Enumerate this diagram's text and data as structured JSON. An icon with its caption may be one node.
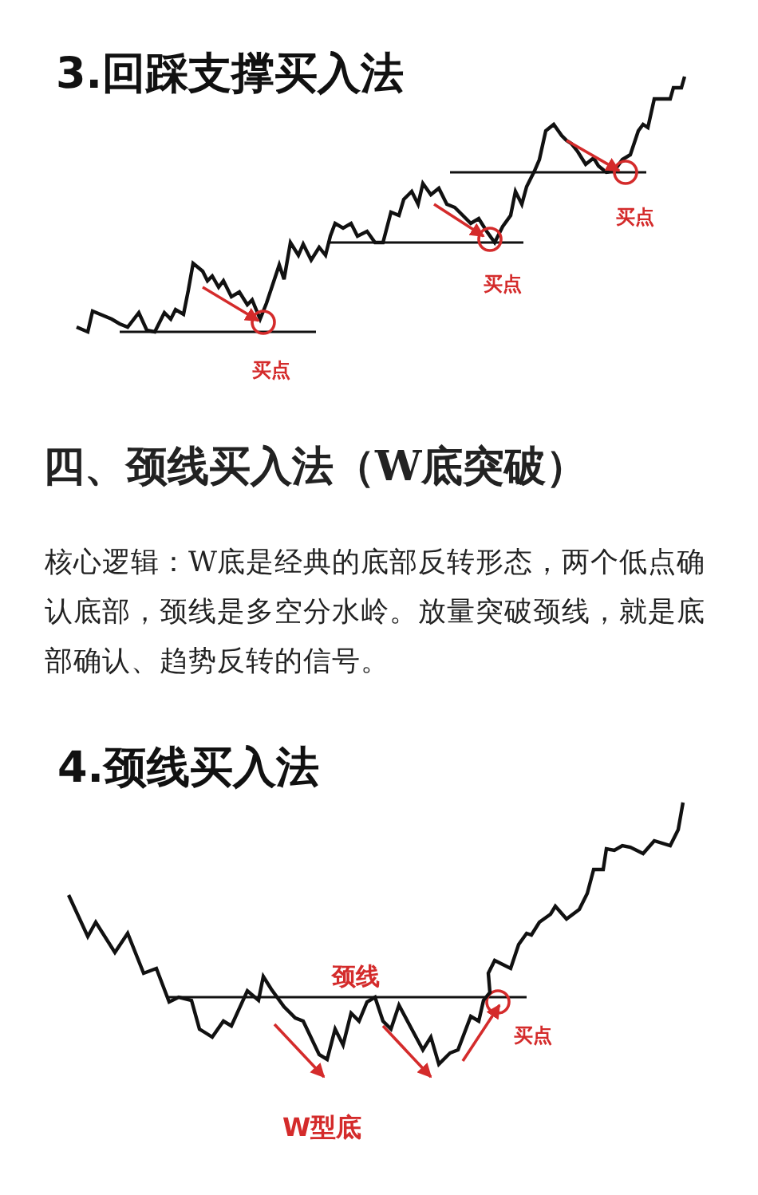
{
  "diagram": {
    "labels": [
      "3.回踩支撑买入法",
      "买点",
      "买点",
      "买点",
      "四、颈线买入法（W底突破）",
      "核心逻辑：W底是经典的底部反转形态，两个低点确认底部，颈线是多空分水岭。放量突破颈线，就是底部确认、趋势反转的信号。",
      "4.颈线买入法",
      "颈线",
      "买点",
      "W型底"
    ]
  }
}
